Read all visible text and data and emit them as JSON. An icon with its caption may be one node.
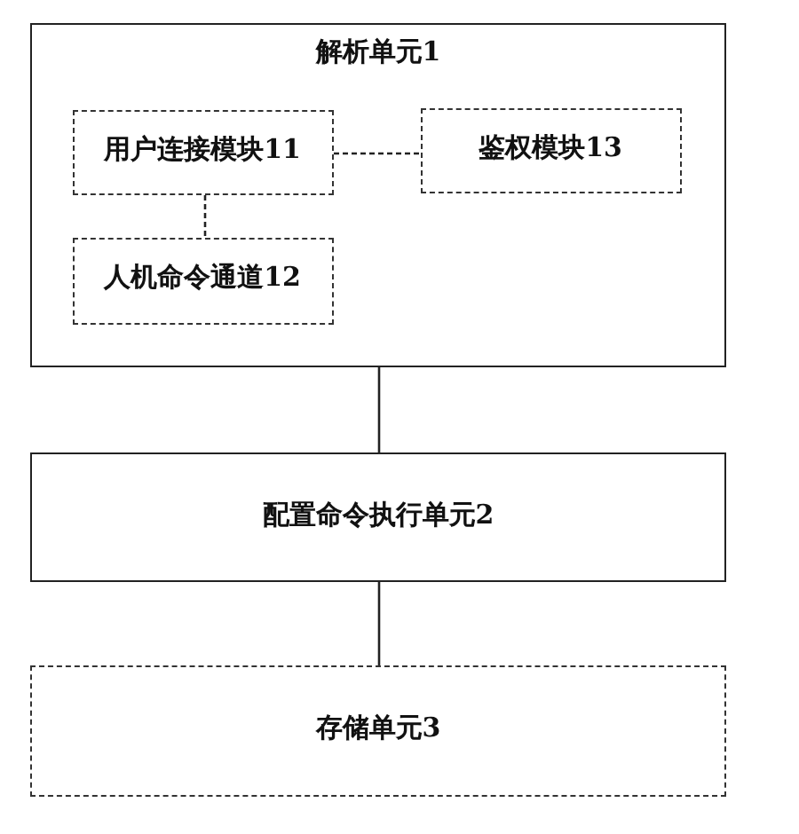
{
  "diagram": {
    "nodes": [
      {
        "text": [
          "解析单元1"
        ]
      },
      {
        "text": [
          "用户连接模块11"
        ],
        "in": 0
      },
      {
        "text": [
          "鉴权模块13"
        ],
        "in": 0
      },
      {
        "text": [
          "人机命令通道12"
        ],
        "in": 0
      },
      {
        "text": [
          "配置命令执行单元2"
        ]
      },
      {
        "text": [
          "存储单元3"
        ]
      }
    ],
    "edges": [
      {
        "from": 1,
        "to": 2,
        "arrow": "none",
        "style": "dashed"
      },
      {
        "from": 1,
        "to": 3,
        "arrow": "none",
        "style": "dashed"
      },
      {
        "from": 0,
        "to": 4,
        "arrow": "none"
      },
      {
        "from": 4,
        "to": 5,
        "arrow": "none"
      }
    ]
  }
}
